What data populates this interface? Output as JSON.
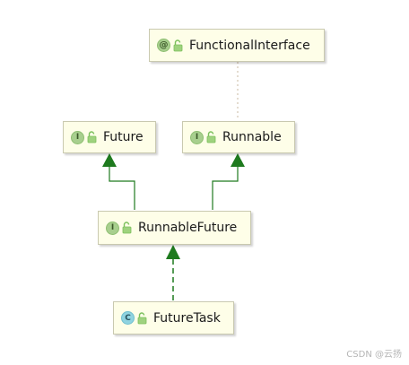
{
  "nodes": {
    "functional_interface": {
      "badge": "@",
      "label": "FunctionalInterface",
      "kind": "annotation"
    },
    "future": {
      "badge": "I",
      "label": "Future",
      "kind": "interface"
    },
    "runnable": {
      "badge": "I",
      "label": "Runnable",
      "kind": "interface"
    },
    "runnable_future": {
      "badge": "I",
      "label": "RunnableFuture",
      "kind": "interface"
    },
    "future_task": {
      "badge": "C",
      "label": "FutureTask",
      "kind": "class"
    }
  },
  "edges": [
    {
      "from": "runnable",
      "to": "functional_interface",
      "style": "dotted",
      "color": "#c8b8a0"
    },
    {
      "from": "runnable_future",
      "to": "future",
      "style": "solid",
      "color": "#1e7a1e"
    },
    {
      "from": "runnable_future",
      "to": "runnable",
      "style": "solid",
      "color": "#1e7a1e"
    },
    {
      "from": "future_task",
      "to": "runnable_future",
      "style": "dashed",
      "color": "#1e7a1e"
    }
  ],
  "watermark": "CSDN @云扬",
  "colors": {
    "node_fill": "#fefee8",
    "node_border": "#c9c9b0",
    "interface_badge": "#a8cf8e",
    "class_badge": "#8fd3e0",
    "lock_icon": "#7cc05c",
    "arrow": "#1e7a1e"
  }
}
